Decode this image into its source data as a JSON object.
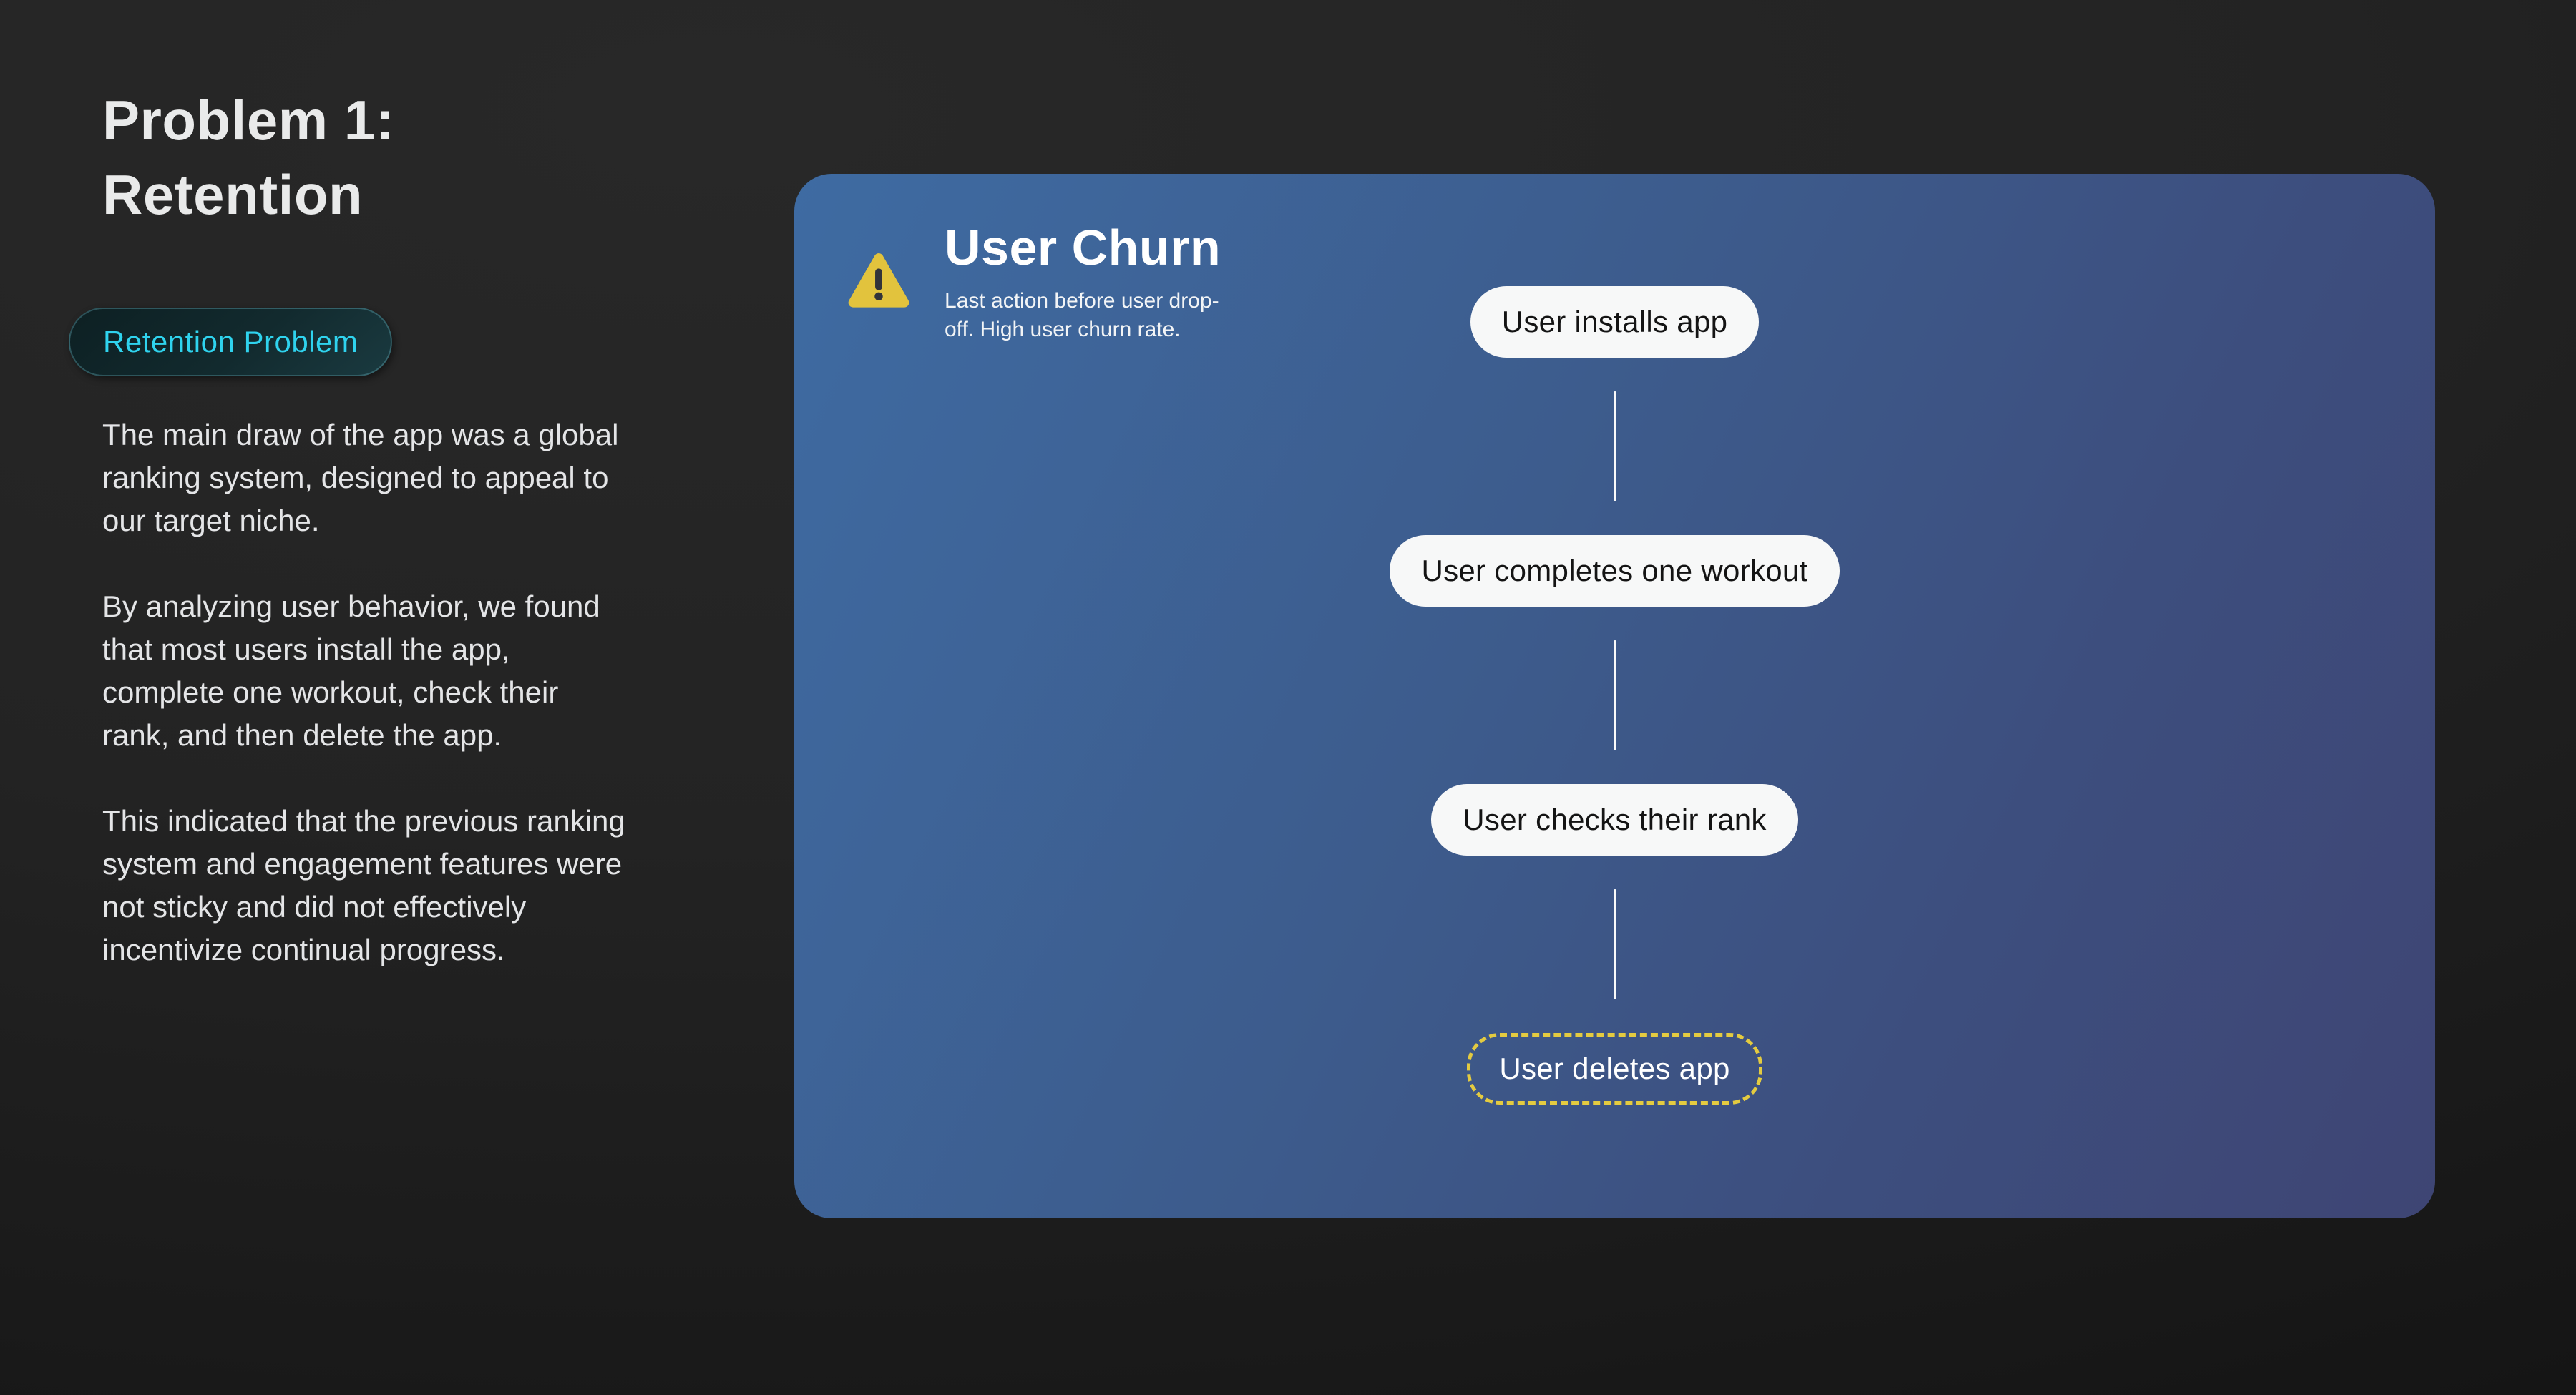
{
  "page": {
    "heading": "Problem 1:\nRetention",
    "badge_label": "Retention Problem",
    "paragraphs": [
      "The main draw of the app was a global\nranking system, designed to appeal to\nour target niche.",
      "By analyzing user behavior, we found\nthat most users install the app,\ncomplete one workout, check their\nrank, and then delete the app.",
      "This indicated that the previous ranking\nsystem and engagement features were\nnot sticky and did not effectively\nincentivize continual progress."
    ]
  },
  "card": {
    "title": "User Churn",
    "subtitle": "Last action before user drop-\noff. High user churn rate.",
    "icon": "warning-triangle-icon",
    "flow_nodes": [
      {
        "label": "User installs app",
        "variant": "solid"
      },
      {
        "label": "User completes one workout",
        "variant": "solid"
      },
      {
        "label": "User checks their rank",
        "variant": "solid"
      },
      {
        "label": "User deletes app",
        "variant": "dashed-highlight"
      }
    ]
  },
  "colors": {
    "page_bg": "#1f1f1f",
    "heading_text": "#e9eaea",
    "body_text": "#e4e5e7",
    "badge_text": "#2fd3ee",
    "card_grad_start": "#3e6ba2",
    "card_grad_end": "#3e4574",
    "node_bg": "#f7f8f8",
    "node_text": "#141414",
    "connector": "#fafafa",
    "warning_yellow": "#e2c33d",
    "dashed_border": "#e4cb40"
  }
}
